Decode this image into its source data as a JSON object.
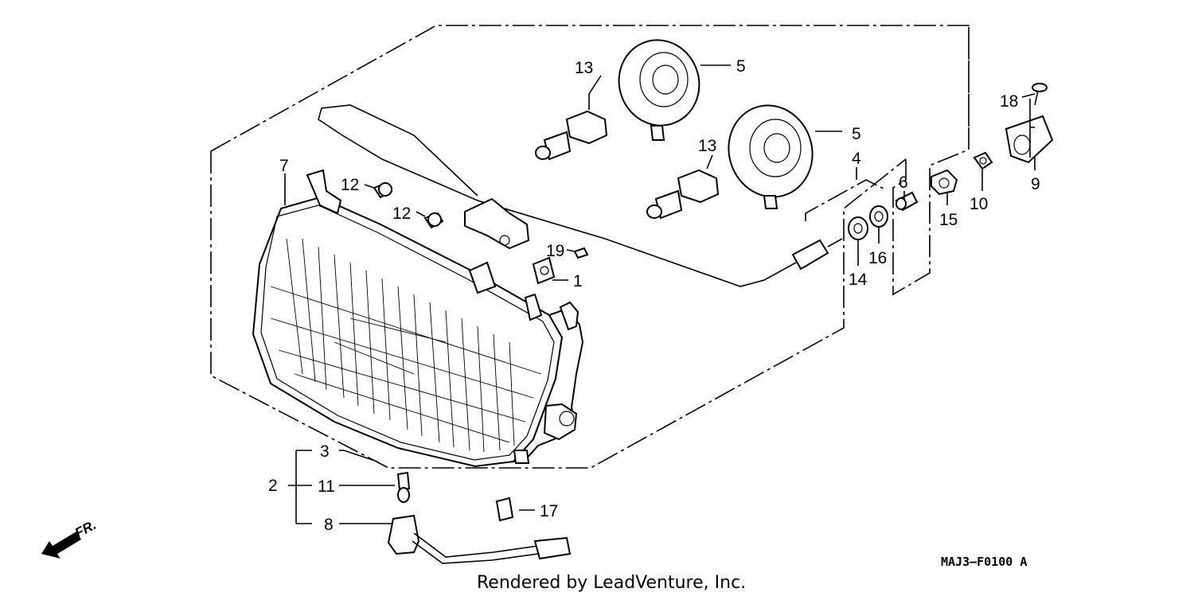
{
  "callouts": {
    "c1": "1",
    "c2": "2",
    "c3": "3",
    "c4": "4",
    "c5a": "5",
    "c5b": "5",
    "c6": "6",
    "c7": "7",
    "c8": "8",
    "c9": "9",
    "c10": "10",
    "c11": "11",
    "c12a": "12",
    "c12b": "12",
    "c13a": "13",
    "c13b": "13",
    "c14": "14",
    "c15": "15",
    "c16": "16",
    "c17": "17",
    "c18": "18",
    "c19": "19"
  },
  "front_label": "FR.",
  "diagram_code": "MAJ3–F0100 A",
  "credit": "Rendered by LeadVenture, Inc.",
  "icons": {
    "front_arrow": "arrow-down-left-icon"
  }
}
